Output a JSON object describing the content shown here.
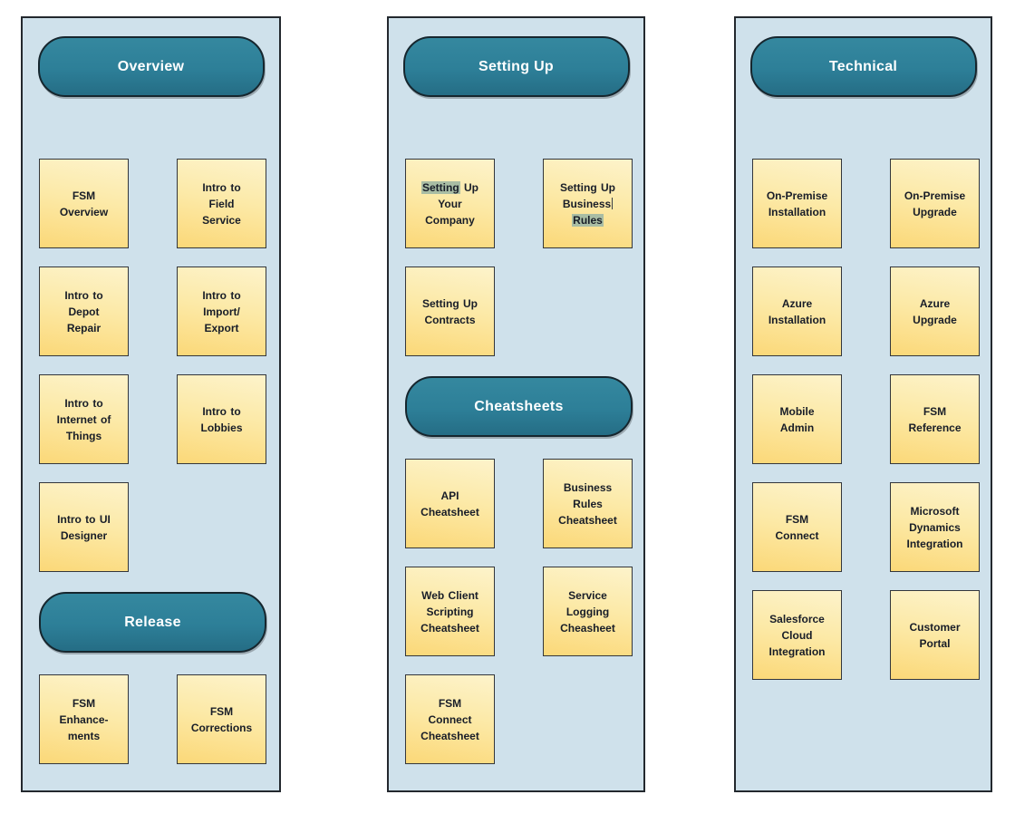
{
  "colors": {
    "panel_bg": "#cfe1eb",
    "pill_bg": "#2d7f98",
    "card_top": "#fdf3cb",
    "card_bottom": "#fbd878",
    "highlight": "#a9bda4",
    "pill_text": "#ffffff",
    "card_text": "#181d28"
  },
  "panels": [
    {
      "title": "Overview",
      "cards": [
        "FSM\nOverview",
        "Intro to\nField\nService",
        "Intro to\nDepot\nRepair",
        "Intro to\nImport/\nExport",
        "Intro to\nInternet of\nThings",
        "Intro to\nLobbies",
        "Intro to UI\nDesigner"
      ],
      "sub_title": "Release",
      "sub_cards": [
        "FSM\nEnhance-\nments",
        "FSM\nCorrections"
      ]
    },
    {
      "title": "Setting Up",
      "company_card": {
        "hl": "Setting",
        "rest": " Up\nYour\nCompany"
      },
      "rules_card": {
        "pre": "Setting Up\nBusiness",
        "hl": "Rules"
      },
      "contracts_card": "Setting Up\nContracts",
      "sub_title": "Cheatsheets",
      "cheatsheet_cards": [
        "API\nCheatsheet",
        "Business\nRules\nCheatsheet",
        "Web Client\nScripting\nCheatsheet",
        "Service\nLogging\nCheasheet",
        "FSM\nConnect\nCheatsheet"
      ]
    },
    {
      "title": "Technical",
      "cards": [
        "On-Premise\nInstallation",
        "On-Premise\nUpgrade",
        "Azure\nInstallation",
        "Azure\nUpgrade",
        "Mobile\nAdmin",
        "FSM\nReference",
        "FSM\nConnect",
        "Microsoft\nDynamics\nIntegration",
        "Salesforce\nCloud\nIntegration",
        "Customer\nPortal"
      ]
    }
  ]
}
